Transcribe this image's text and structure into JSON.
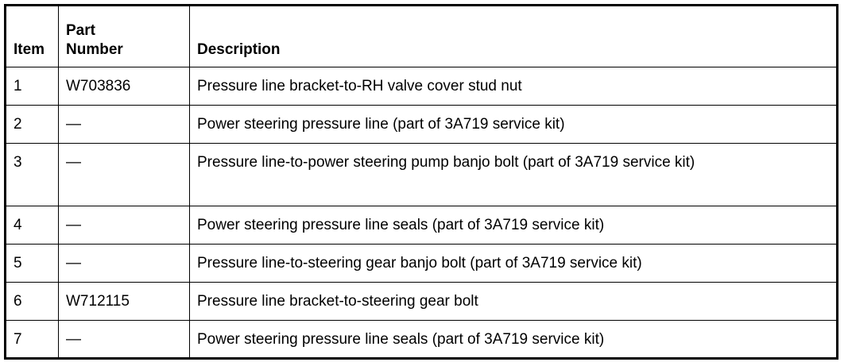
{
  "table": {
    "columns": [
      {
        "key": "item",
        "label": "Item"
      },
      {
        "key": "part_number",
        "label_line1": "Part",
        "label_line2": "Number"
      },
      {
        "key": "description",
        "label": "Description"
      }
    ],
    "rows": [
      {
        "item": "1",
        "part_number": "W703836",
        "description": "Pressure line bracket-to-RH valve cover stud nut"
      },
      {
        "item": "2",
        "part_number": "—",
        "description": "Power steering pressure line (part of 3A719 service kit)"
      },
      {
        "item": "3",
        "part_number": "—",
        "description": "Pressure line-to-power steering pump banjo bolt (part of 3A719 service kit)"
      },
      {
        "item": "4",
        "part_number": "—",
        "description": "Power steering pressure line seals (part of 3A719 service kit)"
      },
      {
        "item": "5",
        "part_number": "—",
        "description": "Pressure line-to-steering gear banjo bolt (part of 3A719 service kit)"
      },
      {
        "item": "6",
        "part_number": "W712115",
        "description": "Pressure line bracket-to-steering gear bolt"
      },
      {
        "item": "7",
        "part_number": "—",
        "description": "Power steering pressure line seals (part of 3A719 service kit)"
      }
    ]
  },
  "colors": {
    "text": "#000000",
    "background": "#ffffff",
    "border": "#000000"
  }
}
